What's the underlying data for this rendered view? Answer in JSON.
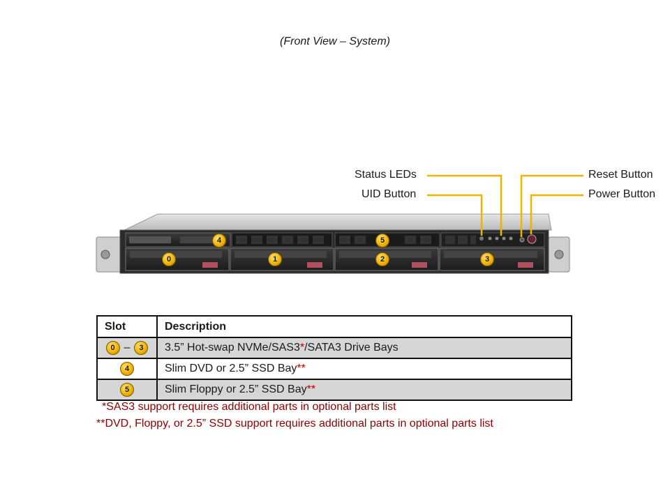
{
  "caption": "(Front View – System)",
  "callouts": {
    "status_leds": "Status LEDs",
    "uid_button": "UID Button",
    "reset_button": "Reset Button",
    "power_button": "Power Button"
  },
  "bays": {
    "bay0": "0",
    "bay1": "1",
    "bay2": "2",
    "bay3": "3",
    "bay4": "4",
    "bay5": "5"
  },
  "colors": {
    "callout_line": "#f0b400",
    "badge": "#f2b300",
    "note_red": "#8b0000"
  },
  "table": {
    "headers": {
      "slot": "Slot",
      "description": "Description"
    },
    "rows": [
      {
        "slot_from": "0",
        "slot_sep": "–",
        "slot_to": "3",
        "desc": "3.5” Hot-swap NVMe/SAS3",
        "mark": "*",
        "desc_tail": "/SATA3 Drive Bays"
      },
      {
        "slot": "4",
        "desc": "Slim DVD or 2.5” SSD Bay",
        "mark": "**"
      },
      {
        "slot": "5",
        "desc": "Slim Floppy or 2.5” SSD Bay",
        "mark": "**"
      }
    ]
  },
  "notes": {
    "n1": "*SAS3 support requires additional parts in optional parts list",
    "n2": "**DVD, Floppy, or 2.5” SSD support requires additional parts in optional parts list"
  }
}
